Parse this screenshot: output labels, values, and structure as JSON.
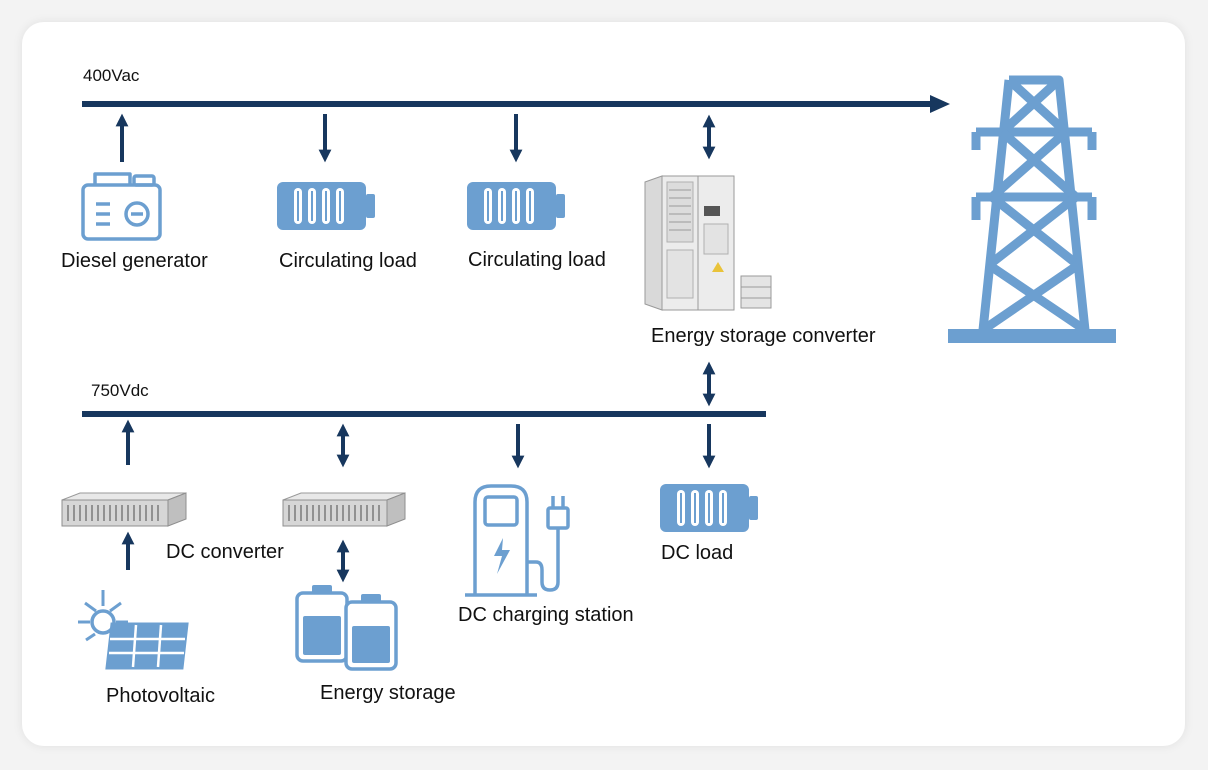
{
  "buses": {
    "ac_label": "400Vac",
    "dc_label": "750Vdc"
  },
  "components": {
    "diesel_generator": "Diesel generator",
    "circulating_load_1": "Circulating load",
    "circulating_load_2": "Circulating load",
    "energy_storage_converter": "Energy storage converter",
    "dc_converter": "DC converter",
    "dc_load": "DC load",
    "dc_charging_station": "DC charging station",
    "photovoltaic": "Photovoltaic",
    "energy_storage": "Energy storage"
  },
  "colors": {
    "bus": "#17375e",
    "icon": "#6c9fd0",
    "icon_light": "#a9c7e6"
  },
  "icons": [
    "generator-icon",
    "load-icon",
    "converter-cabinet-icon",
    "transmission-tower-icon",
    "dc-converter-icon",
    "charging-station-icon",
    "solar-panel-icon",
    "battery-icon"
  ]
}
